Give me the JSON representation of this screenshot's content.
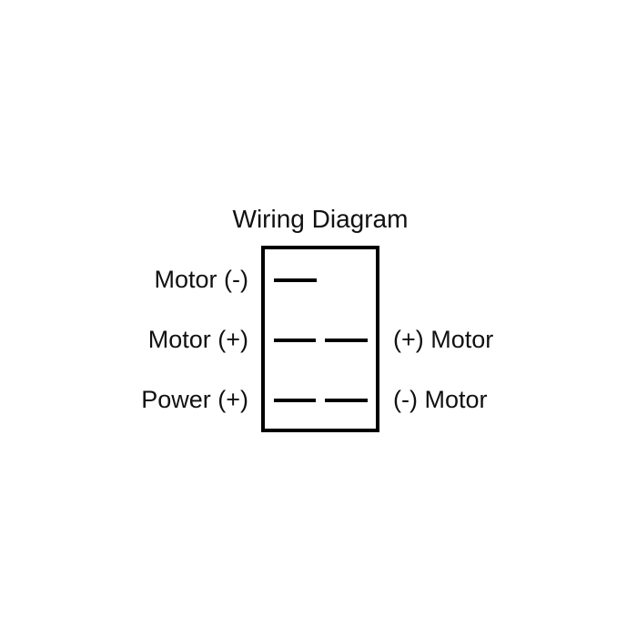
{
  "diagram": {
    "title": "Wiring Diagram",
    "colors": {
      "background": "#ffffff",
      "stroke": "#000000",
      "text": "#111111"
    },
    "rows": [
      {
        "left_label": "Motor (-)",
        "right_label": "",
        "terminals": [
          "left"
        ]
      },
      {
        "left_label": "Motor (+)",
        "right_label": "(+) Motor",
        "terminals": [
          "left",
          "right"
        ]
      },
      {
        "left_label": "Power (+)",
        "right_label": "(-) Motor",
        "terminals": [
          "left",
          "right"
        ]
      }
    ]
  }
}
